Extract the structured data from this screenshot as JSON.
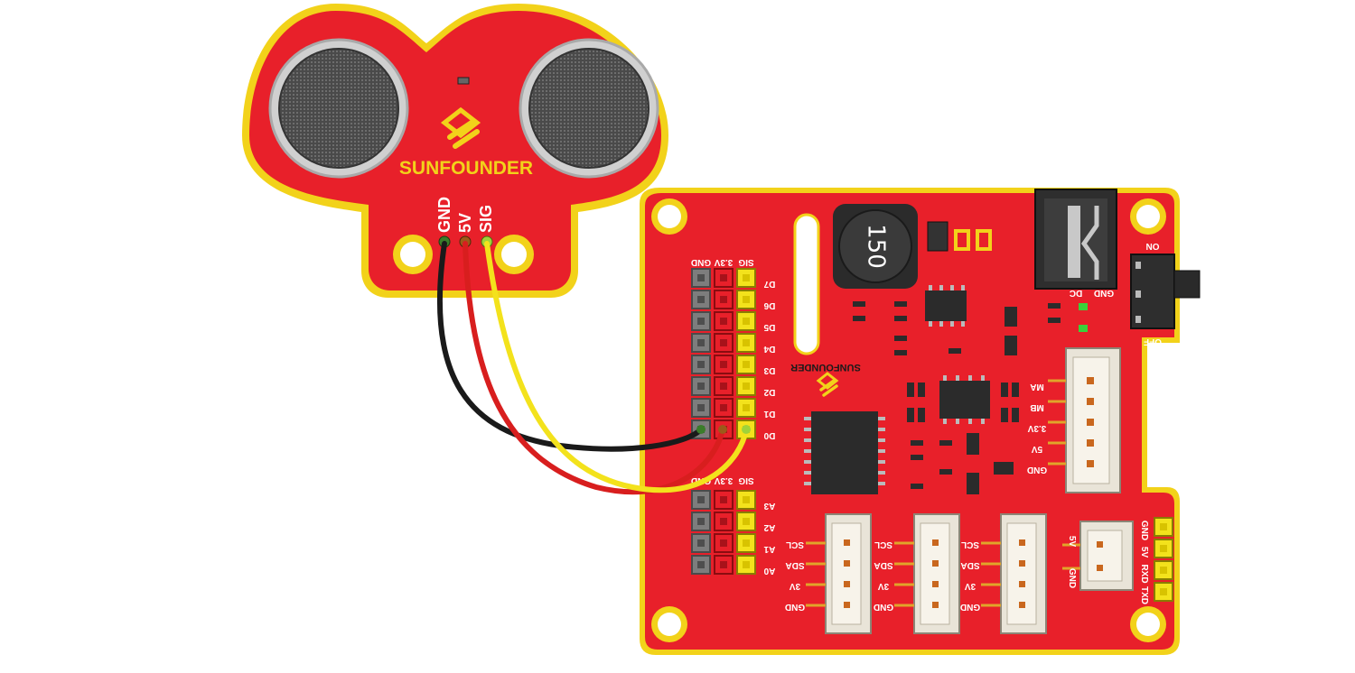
{
  "sensor": {
    "brand": "SUNFOUNDER",
    "pins": [
      "GND",
      "5V",
      "SIG"
    ]
  },
  "board": {
    "brand": "SUNFOUNDER",
    "inductor_label": "150",
    "digital_header": {
      "col_labels": [
        "SIG",
        "3.3V",
        "GND"
      ],
      "rows": [
        "D7",
        "D6",
        "D5",
        "D4",
        "D3",
        "D2",
        "D1",
        "D0"
      ]
    },
    "analog_header": {
      "col_labels": [
        "SIG",
        "3.3V",
        "GND"
      ],
      "rows": [
        "A3",
        "A2",
        "A1",
        "A0"
      ]
    },
    "motor_connector_labels": [
      "MA",
      "MB",
      "3.3V",
      "5V",
      "GND"
    ],
    "i2c_connector_labels": [
      "SCL",
      "SDA",
      "3V",
      "GND"
    ],
    "i2c_connector_count": 3,
    "uart_connector_labels": [
      "5V",
      "GND"
    ],
    "uart_header_labels": [
      "GND",
      "5V",
      "RXD",
      "TXD"
    ],
    "power_jack_labels": [
      "DC",
      "GND"
    ],
    "switch_labels": [
      "ON",
      "OFF"
    ]
  },
  "colors": {
    "pcb": "#e8202a",
    "pcb_edge": "#f2d21a",
    "wire_gnd": "#1a1a1a",
    "wire_5v": "#d81e1e",
    "wire_sig": "#f3e21c"
  }
}
